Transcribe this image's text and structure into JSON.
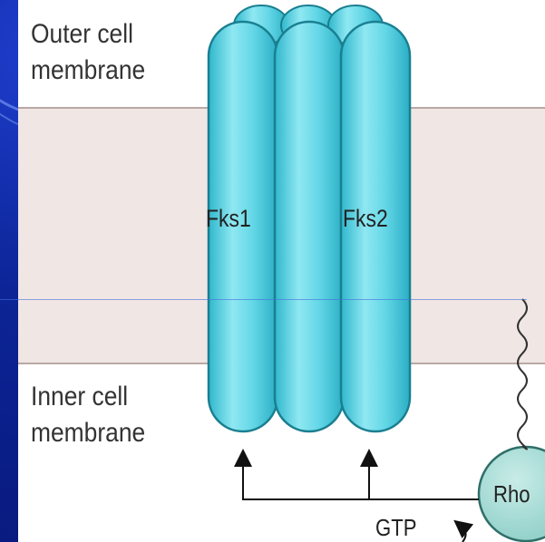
{
  "labels": {
    "outer_membrane": "Outer cell\nmembrane",
    "inner_membrane": "Inner cell\nmembrane",
    "fks1": "Fks1",
    "fks2": "Fks2",
    "rho": "Rho",
    "gtp": "GTP"
  },
  "colors": {
    "background": "#0c2496",
    "membrane": "#f0e6e3",
    "protein": "#5fd6e6",
    "rho": "#9fd9d3"
  }
}
